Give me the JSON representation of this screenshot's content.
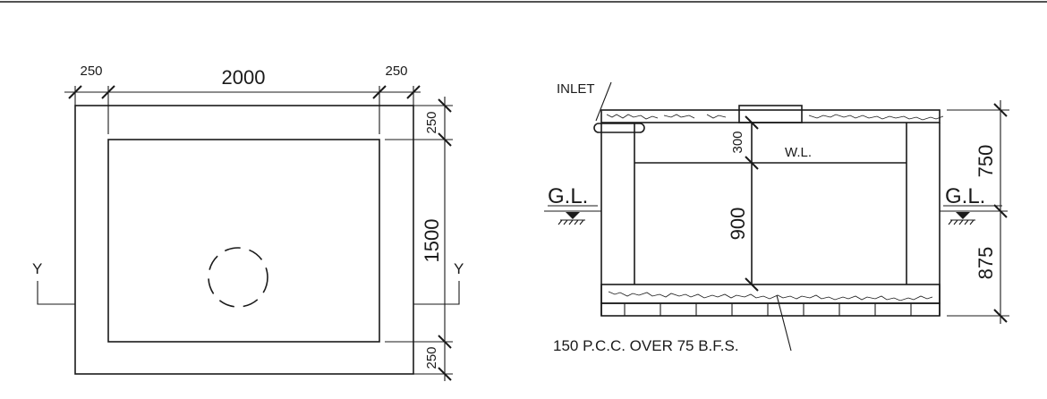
{
  "plan": {
    "dim_top_left": "250",
    "dim_top_main": "2000",
    "dim_top_right": "250",
    "dim_right_top": "250",
    "dim_right_main": "1500",
    "dim_right_bottom": "250",
    "section_mark_left": "Y",
    "section_mark_right": "Y"
  },
  "section": {
    "inlet_label": "INLET",
    "freeboard_dim": "300",
    "water_level_label": "W.L.",
    "water_depth_dim": "900",
    "ground_level_left": "G.L.",
    "ground_level_right": "G.L.",
    "height_above_gl": "750",
    "depth_below_gl": "875",
    "base_note": "150 P.C.C. OVER 75 B.F.S."
  },
  "colors": {
    "line": "#1a1a1a",
    "background": "#ffffff"
  }
}
